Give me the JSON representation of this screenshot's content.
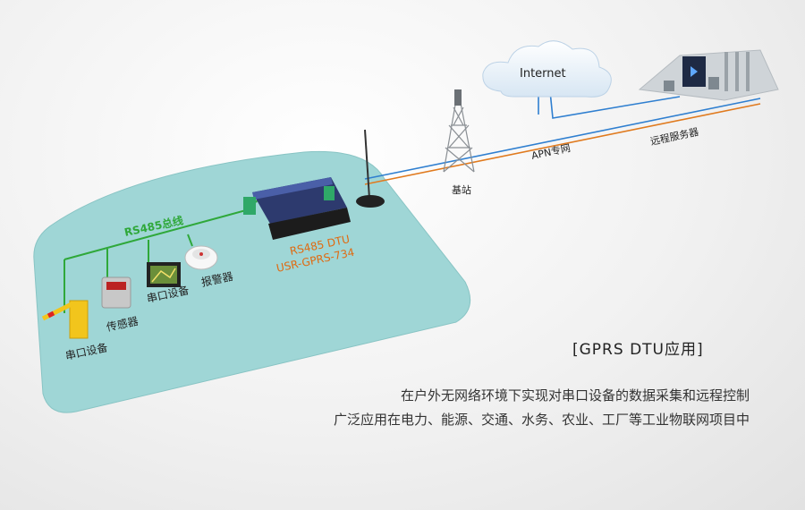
{
  "diagram": {
    "labels": {
      "internet": "Internet",
      "apn": "APN专网",
      "server": "远程服务器",
      "base_station": "基站",
      "bus": "RS485总线",
      "dtu_line1": "RS485 DTU",
      "dtu_line2": "USR-GPRS-734",
      "alarm": "报警器",
      "serial_device_a": "串口设备",
      "sensor": "传感器",
      "serial_device_b": "串口设备"
    },
    "heading": "[GPRS DTU应用]",
    "caption_line1": "在户外无网络环境下实现对串口设备的数据采集和远程控制",
    "caption_line2": "广泛应用在电力、能源、交通、水务、农业、工厂等工业物联网项目中",
    "colors": {
      "platform": "#9ed6d6",
      "bus_line": "#2fa83a",
      "blue_link": "#2f7fd0",
      "orange_link": "#e07a1e",
      "dtu_label": "#e06a10",
      "bus_label": "#2fa83a",
      "dtu_body": "#3b4c8c"
    },
    "icons": [
      "cloud-icon",
      "server-room-icon",
      "cell-tower-icon",
      "dtu-device-icon",
      "antenna-icon",
      "barrier-gate-icon",
      "sensor-icon",
      "monitor-icon",
      "smoke-alarm-icon"
    ]
  }
}
